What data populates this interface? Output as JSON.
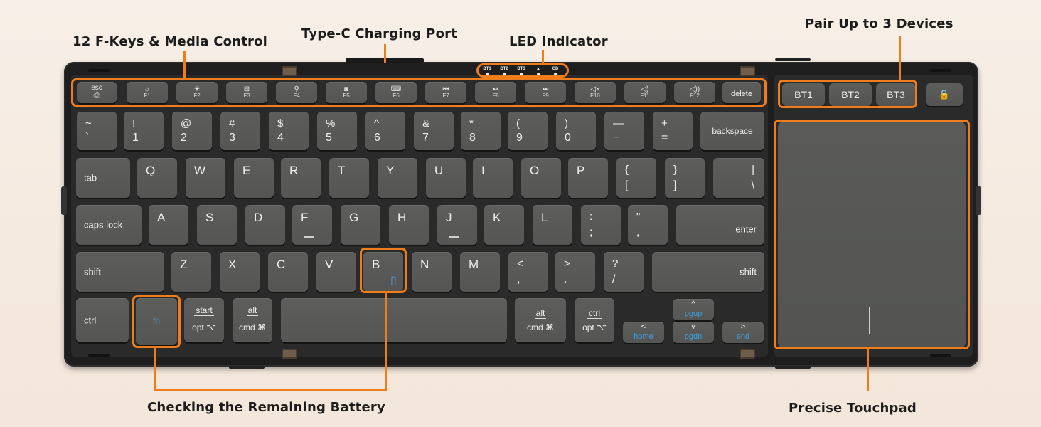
{
  "callouts": {
    "fkeys": "12 F-Keys & Media Control",
    "typec": "Type-C Charging Port",
    "led": "LED Indicator",
    "pair": "Pair Up to 3 Devices",
    "battery": "Checking the Remaining Battery",
    "touchpad": "Precise Touchpad"
  },
  "colors": {
    "accent": "#f07d1c",
    "fn_blue": "#3aa1e4",
    "key": "#585957",
    "body": "#1e1e1e"
  },
  "led_labels": [
    "BT1",
    "BT2",
    "BT3",
    "▲",
    "CD"
  ],
  "frow": {
    "esc_top": "esc",
    "esc_icon": "lock-screen-icon",
    "keys": [
      {
        "icon": "☼",
        "label": "F1"
      },
      {
        "icon": "☀",
        "label": "F2"
      },
      {
        "icon": "⊟",
        "label": "F3"
      },
      {
        "icon": "⚲",
        "label": "F4"
      },
      {
        "icon": "◙",
        "label": "F5"
      },
      {
        "icon": "⌨",
        "label": "F6"
      },
      {
        "icon": "⏮",
        "label": "F7"
      },
      {
        "icon": "⏯",
        "label": "F8"
      },
      {
        "icon": "⏭",
        "label": "F9"
      },
      {
        "icon": "◁×",
        "label": "F10"
      },
      {
        "icon": "◁)",
        "label": "F11"
      },
      {
        "icon": "◁))",
        "label": "F12"
      }
    ],
    "delete": "delete"
  },
  "bt": [
    "BT1",
    "BT2",
    "BT3"
  ],
  "lock_icon": "🔒",
  "num_row": [
    {
      "t": "~",
      "b": "`"
    },
    {
      "t": "!",
      "b": "1"
    },
    {
      "t": "@",
      "b": "2"
    },
    {
      "t": "#",
      "b": "3"
    },
    {
      "t": "$",
      "b": "4"
    },
    {
      "t": "%",
      "b": "5"
    },
    {
      "t": "^",
      "b": "6"
    },
    {
      "t": "&",
      "b": "7"
    },
    {
      "t": "*",
      "b": "8"
    },
    {
      "t": "(",
      "b": "9"
    },
    {
      "t": ")",
      "b": "0"
    },
    {
      "t": "—",
      "b": "−"
    },
    {
      "t": "+",
      "b": "="
    }
  ],
  "backspace": "backspace",
  "tab": "tab",
  "qrow": [
    "Q",
    "W",
    "E",
    "R",
    "T",
    "Y",
    "U",
    "I",
    "O",
    "P"
  ],
  "qrow_br": [
    {
      "t": "{",
      "b": "["
    },
    {
      "t": "}",
      "b": "]"
    },
    {
      "t": "|",
      "b": "\\"
    }
  ],
  "capslock": "caps lock",
  "arow": [
    "A",
    "S",
    "D",
    "F",
    "G",
    "H",
    "J",
    "K",
    "L"
  ],
  "arow_punct": [
    {
      "t": ":",
      "b": ";"
    },
    {
      "t": "\"",
      "b": ","
    }
  ],
  "enter": "enter",
  "shift_left": "shift",
  "zrow": [
    "Z",
    "X",
    "C",
    "V",
    "B",
    "N",
    "M"
  ],
  "battery_icon": "▯",
  "zrow_punct": [
    {
      "t": "<",
      "b": ","
    },
    {
      "t": ">",
      "b": "."
    },
    {
      "t": "?",
      "b": "/"
    }
  ],
  "shift_right": "shift",
  "bottom": {
    "ctrl": "ctrl",
    "fn": "fn",
    "start_t": "start",
    "start_b": "opt ⌥",
    "alt_t": "alt",
    "alt_b": "cmd ⌘",
    "alt2_t": "alt",
    "alt2_b": "cmd ⌘",
    "ctrl2_t": "ctrl",
    "ctrl2_b": "opt ⌥",
    "home": "home",
    "home_arrow": "<",
    "pgup": "pgup",
    "pgup_arrow": "^",
    "pgdn": "pgdn",
    "pgdn_arrow": "v",
    "end": "end",
    "end_arrow": ">"
  }
}
